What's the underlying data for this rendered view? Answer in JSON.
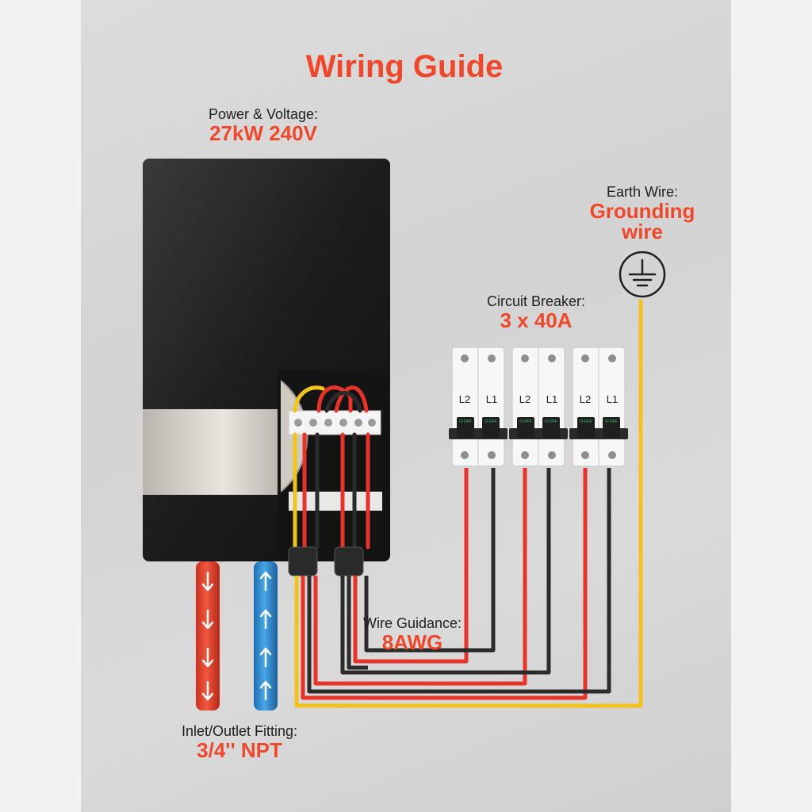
{
  "title": "Wiring Guide",
  "power": {
    "caption": "Power & Voltage:",
    "value": "27kW 240V"
  },
  "earth": {
    "caption": "Earth Wire:",
    "value_line1": "Grounding",
    "value_line2": "wire"
  },
  "breaker": {
    "caption": "Circuit Breaker:",
    "value": "3 x 40A",
    "pole_labels": [
      "L2",
      "L1"
    ],
    "switch_text": "O-OFF"
  },
  "wire": {
    "caption": "Wire Guidance:",
    "value": "8AWG"
  },
  "fitting": {
    "caption": "Inlet/Outlet Fitting:",
    "value": "3/4'' NPT"
  },
  "colors": {
    "accent": "#f0472a",
    "hot_wire": "#e8332b",
    "neutral_wire": "#2b2b2b",
    "ground_wire": "#f2c318",
    "inlet_pipe": "#2d8fd6",
    "outlet_pipe": "#e6412f"
  }
}
